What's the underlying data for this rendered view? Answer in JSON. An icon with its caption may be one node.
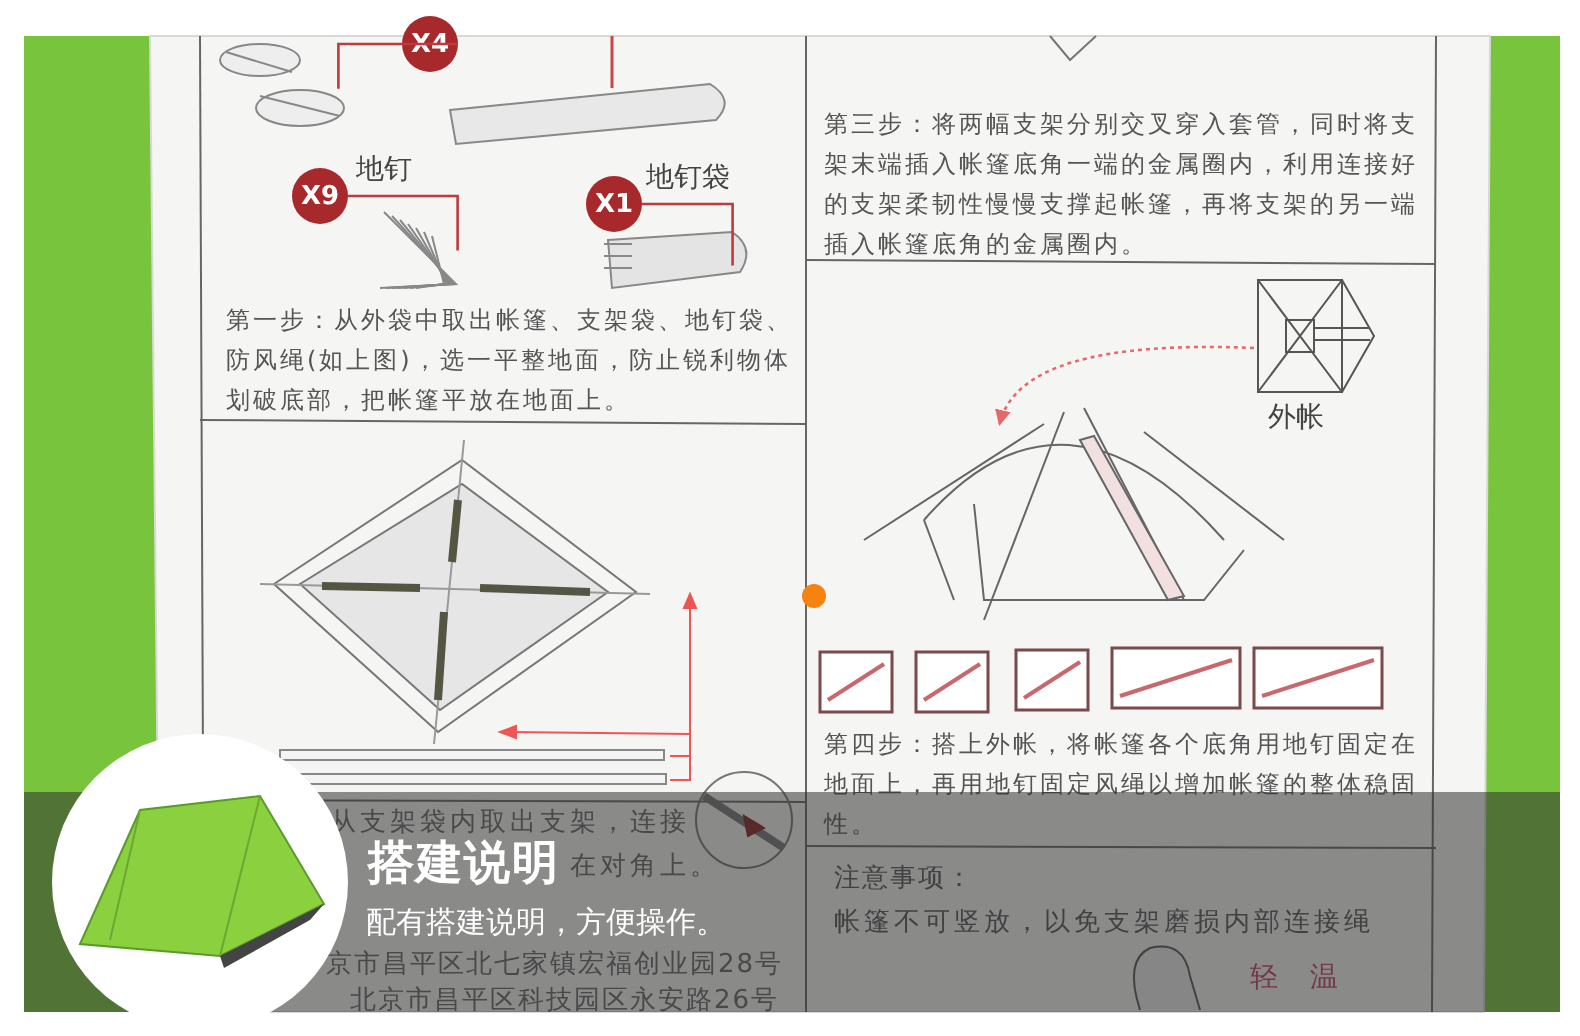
{
  "diagram": {
    "title": "搭建说明",
    "caption": "配有搭建说明，方便操作。",
    "nodes": [
      {
        "text": [
          "X4"
        ]
      },
      {
        "text": [],
        "shape": "picture"
      },
      {
        "text": [
          "X9"
        ],
        "beside": [
          "地钉"
        ]
      },
      {
        "text": [],
        "shape": "picture"
      },
      {
        "text": [
          "X1"
        ],
        "beside": [
          "地钉袋"
        ]
      },
      {
        "text": [],
        "shape": "picture"
      },
      {
        "text": [],
        "shape": "picture",
        "beside": [
          "外帐"
        ]
      },
      {
        "text": [],
        "shape": "picture"
      }
    ],
    "edges": [
      {
        "from": 0,
        "to": 1,
        "arrow": "none"
      },
      {
        "from": 2,
        "to": 3,
        "arrow": "none"
      },
      {
        "from": 4,
        "to": 5,
        "arrow": "none"
      },
      {
        "from": 6,
        "to": 7,
        "arrow": "to",
        "style": "dashed",
        "color": "#e46a6a"
      }
    ],
    "labels": [
      "第一步：从外袋中取出帐篷、支架袋、地钉袋、防风绳(如上图)，选一平整地面，防止锐利物体划破底部，把帐篷平放在地面上。",
      "第三步：将两幅支架分别交叉穿入套管，同时将支架末端插入帐篷底角一端的金属圈内，利用连接好的支架柔韧性慢慢支撑起帐篷，再将支架的另一端插入帐篷底角的金属圈内。",
      "第四步：搭上外帐，将帐篷各个底角用地钉固定在地面上，再用地钉固定风绳以增加帐篷的整体稳固性。",
      "从支架袋内取出支架，连接",
      "在对角上。",
      "京市昌平区北七家镇宏福创业园28号",
      "北京市昌平区科技园区永安路26号",
      "注意事项：",
      "帐篷不可竖放，以免支架磨损内部连接绳",
      "轻",
      "温"
    ]
  }
}
